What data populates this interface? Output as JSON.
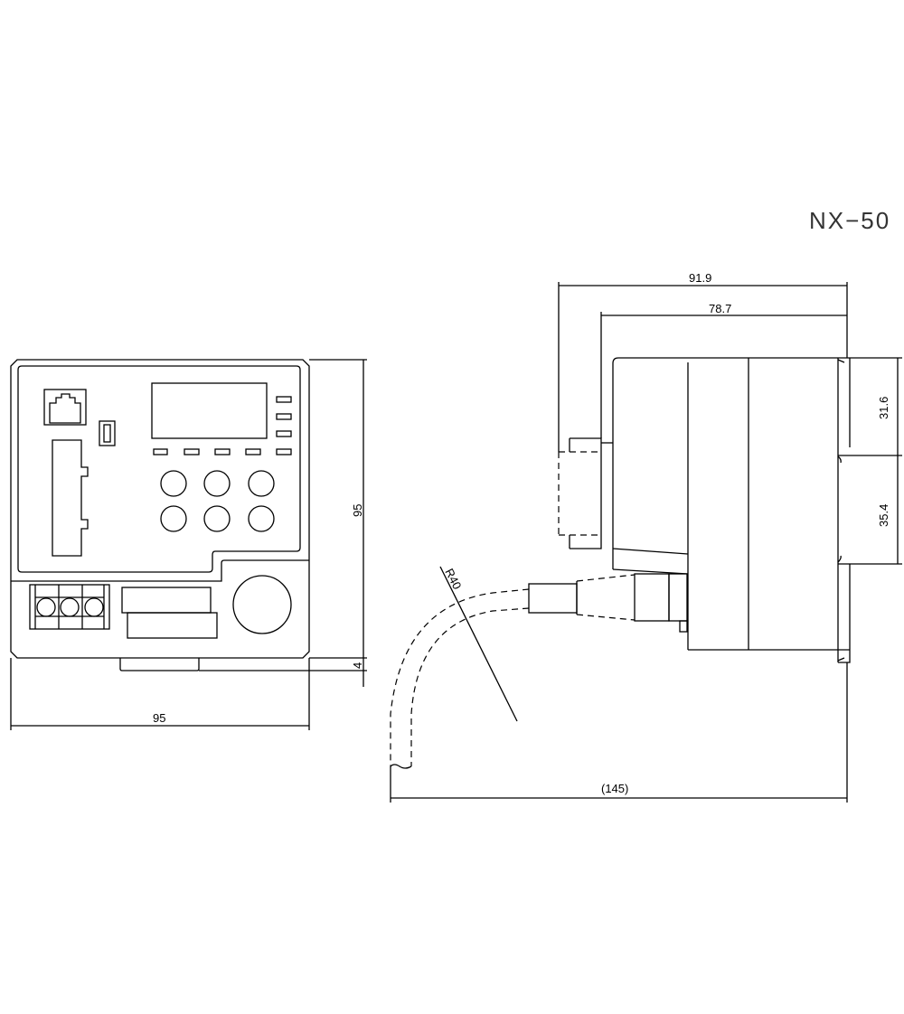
{
  "title": "NX−50",
  "front_view": {
    "width_dim": "95",
    "height_dim": "95",
    "tab_dim": "4"
  },
  "side_view": {
    "overall_depth_dim": "91.9",
    "body_depth_dim": "78.7",
    "upper_height_dim": "31.6",
    "lower_height_dim": "35.4",
    "cable_length_dim": "(145)",
    "bend_radius_label": "R40"
  }
}
